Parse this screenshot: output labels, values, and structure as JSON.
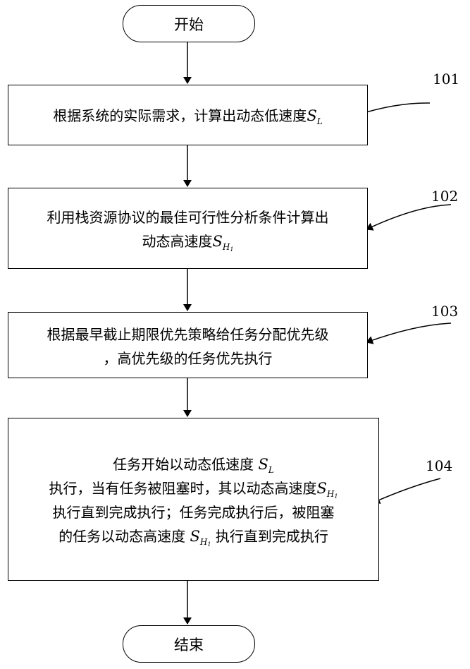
{
  "start_label": "开始",
  "end_label": "结束",
  "steps": [
    {
      "ref": "101",
      "line1": "根据系统的实际需求，计算出动态低速度",
      "sym": "S",
      "sub": "L"
    },
    {
      "ref": "102",
      "line1": "利用栈资源协议的最佳可行性分析条件计算出",
      "line2": "动态高速度",
      "sym": "S",
      "sub": "H",
      "subsub": "1"
    },
    {
      "ref": "103",
      "line1": "根据最早截止期限优先策略给任务分配优先级",
      "line2": "，高优先级的任务优先执行"
    },
    {
      "ref": "104",
      "line1": "任务开始以动态低速度",
      "sym1": "S",
      "sub1": "L",
      "line2": "执行，当有任务被阻塞时，其以动态高速度",
      "sym2": "S",
      "sub2": "H",
      "subsub2": "1",
      "line3": "执行直到完成执行；任务完成执行后，被阻塞",
      "line4a": "的任务以动态高速度",
      "sym4": "S",
      "sub4": "H",
      "subsub4": "1",
      "line4b": "执行直到完成执行"
    }
  ]
}
